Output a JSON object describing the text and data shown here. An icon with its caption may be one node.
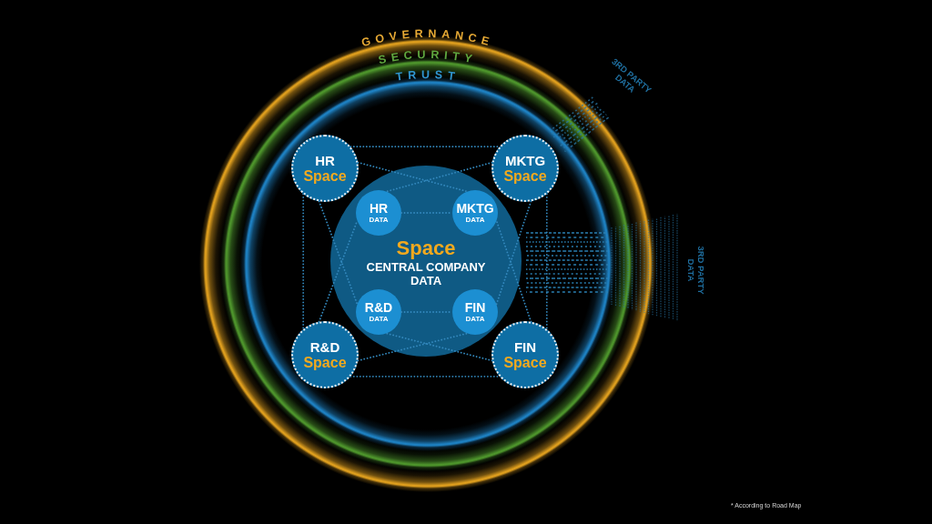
{
  "diagram": {
    "nodes": [
      {
        "text": [
          "GOVERNANCE"
        ]
      },
      {
        "text": [
          "SECURITY"
        ],
        "in": 0
      },
      {
        "text": [
          "TRUST"
        ],
        "in": 1
      },
      {
        "text": [
          "HR",
          "Space"
        ],
        "in": 2
      },
      {
        "text": [
          "MKTG",
          "Space"
        ],
        "in": 2
      },
      {
        "text": [
          "Space",
          "CENTRAL COMPANY DATA"
        ],
        "in": 2
      },
      {
        "text": [
          "HR",
          "DATA"
        ],
        "in": 5
      },
      {
        "text": [
          "MKTG",
          "DATA"
        ],
        "in": 5
      },
      {
        "text": [
          "R&D",
          "DATA"
        ],
        "in": 5
      },
      {
        "text": [
          "FIN",
          "DATA"
        ],
        "in": 5
      },
      {
        "text": [
          "R&D",
          "Space"
        ],
        "in": 2
      },
      {
        "text": [
          "FIN",
          "Space"
        ],
        "in": 2
      }
    ],
    "edges": [
      {
        "from": 3,
        "to": 4,
        "arrow": "none"
      },
      {
        "from": 3,
        "to": 10,
        "arrow": "none"
      },
      {
        "from": 4,
        "to": 11,
        "arrow": "none"
      },
      {
        "from": 10,
        "to": 11,
        "arrow": "none"
      },
      {
        "from": 3,
        "to": 7,
        "arrow": "none"
      },
      {
        "from": 4,
        "to": 6,
        "arrow": "none"
      },
      {
        "from": 3,
        "to": 8,
        "arrow": "none"
      },
      {
        "from": 10,
        "to": 6,
        "arrow": "none"
      },
      {
        "from": 4,
        "to": 9,
        "arrow": "none"
      },
      {
        "from": 11,
        "to": 7,
        "arrow": "none"
      },
      {
        "from": 10,
        "to": 9,
        "arrow": "none"
      },
      {
        "from": 11,
        "to": 8,
        "arrow": "none"
      },
      {
        "from": 6,
        "to": 7,
        "arrow": "none"
      },
      {
        "from": 8,
        "to": 9,
        "arrow": "none"
      }
    ],
    "labels": [
      "3RD PARTY DATA",
      "3RD PARTY DATA",
      "* According to Road Map"
    ]
  }
}
